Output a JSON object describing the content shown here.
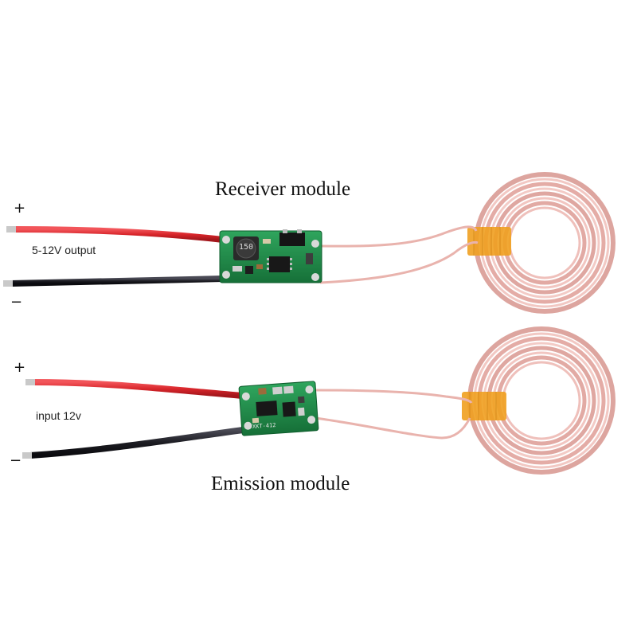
{
  "receiver": {
    "title": "Receiver module",
    "plus_label": "+",
    "minus_label": "−",
    "voltage_label": "5-12V output",
    "inductor_marking": "150"
  },
  "emission": {
    "title": "Emission module",
    "plus_label": "+",
    "minus_label": "−",
    "voltage_label": "input 12v",
    "board_marking": "XKT-412"
  },
  "colors": {
    "background": "#ffffff",
    "red_wire": "#d8262b",
    "black_wire": "#1c1c22",
    "pcb_green": "#1f8a4a",
    "coil_copper": "#e6b0ac",
    "kapton_tape": "#f0a020"
  }
}
